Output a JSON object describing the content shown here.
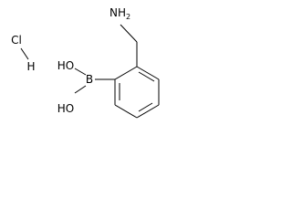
{
  "structure": {
    "salt": {
      "chlorine": "Cl",
      "hydrogen": "H"
    },
    "boronic_acid": {
      "hydroxyl_top": "HO",
      "boron": "B",
      "hydroxyl_bottom": "HO"
    },
    "aminomethyl": {
      "amine": "NH",
      "amine_subscript": "2"
    }
  }
}
